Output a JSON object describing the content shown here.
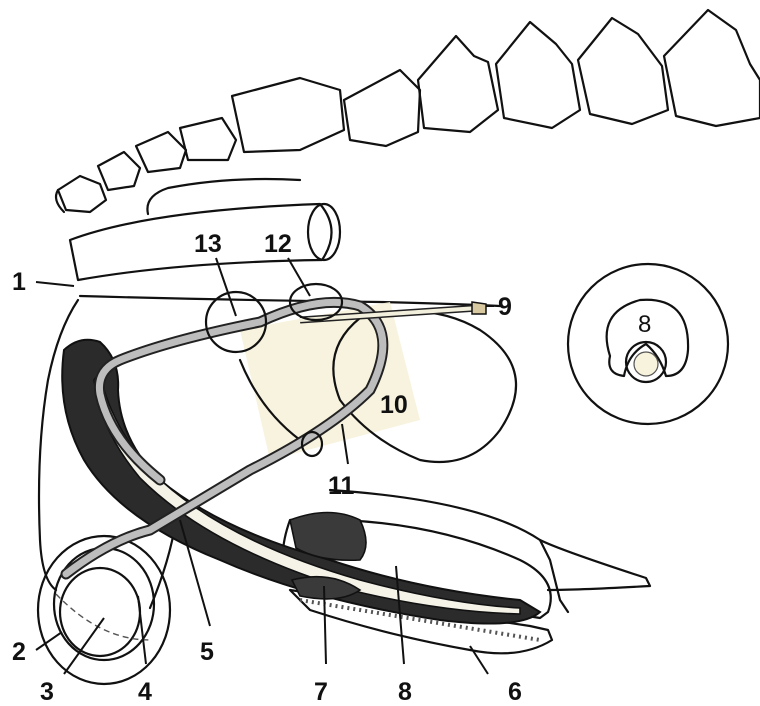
{
  "diagram": {
    "labels": {
      "l1": "1",
      "l2": "2",
      "l3": "3",
      "l4": "4",
      "l5": "5",
      "l6": "6",
      "l7": "7",
      "l8": "8",
      "l9": "9",
      "l10": "10",
      "l11": "11",
      "l12": "12",
      "l13": "13",
      "inset": "8"
    }
  }
}
